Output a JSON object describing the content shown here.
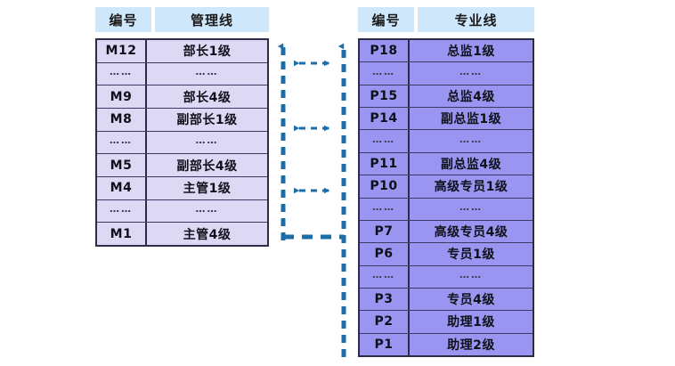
{
  "diagram": {
    "title_present": false,
    "colors": {
      "header_chip_bg": "#cfe7fb",
      "management_row_bg": "#ddd9f5",
      "professional_row_bg": "#9a95f0",
      "table_border": "#2b2b4a",
      "arrow_color": "#1b6ea8",
      "page_bg": "#ffffff"
    }
  },
  "management_track": {
    "header": {
      "code_label": "编号",
      "name_label": "管理线"
    },
    "rows": [
      {
        "code": "M12",
        "name": "部长1级",
        "is_ellipsis": false
      },
      {
        "code": "……",
        "name": "……",
        "is_ellipsis": true
      },
      {
        "code": "M9",
        "name": "部长4级",
        "is_ellipsis": false
      },
      {
        "code": "M8",
        "name": "副部长1级",
        "is_ellipsis": false
      },
      {
        "code": "……",
        "name": "……",
        "is_ellipsis": true
      },
      {
        "code": "M5",
        "name": "副部长4级",
        "is_ellipsis": false
      },
      {
        "code": "M4",
        "name": "主管1级",
        "is_ellipsis": false
      },
      {
        "code": "……",
        "name": "……",
        "is_ellipsis": true
      },
      {
        "code": "M1",
        "name": "主管4级",
        "is_ellipsis": false
      }
    ]
  },
  "professional_track": {
    "header": {
      "code_label": "编号",
      "name_label": "专业线"
    },
    "rows": [
      {
        "code": "P18",
        "name": "总监1级",
        "is_ellipsis": false
      },
      {
        "code": "……",
        "name": "……",
        "is_ellipsis": true
      },
      {
        "code": "P15",
        "name": "总监4级",
        "is_ellipsis": false
      },
      {
        "code": "P14",
        "name": "副总监1级",
        "is_ellipsis": false
      },
      {
        "code": "……",
        "name": "……",
        "is_ellipsis": true
      },
      {
        "code": "P11",
        "name": "副总监4级",
        "is_ellipsis": false
      },
      {
        "code": "P10",
        "name": "高级专员1级",
        "is_ellipsis": false
      },
      {
        "code": "……",
        "name": "……",
        "is_ellipsis": true
      },
      {
        "code": "P7",
        "name": "高级专员4级",
        "is_ellipsis": false
      },
      {
        "code": "P6",
        "name": "专员1级",
        "is_ellipsis": false
      },
      {
        "code": "……",
        "name": "……",
        "is_ellipsis": true
      },
      {
        "code": "P3",
        "name": "专员4级",
        "is_ellipsis": false
      },
      {
        "code": "P2",
        "name": "助理1级",
        "is_ellipsis": false
      },
      {
        "code": "P1",
        "name": "助理2级",
        "is_ellipsis": false
      }
    ]
  },
  "connectors": {
    "up_arrow_left": "upward-promotion-arrow-management",
    "up_arrow_right": "upward-promotion-arrow-professional",
    "cross_arrows_count": 3,
    "bottom_link": "dashed-bottom-link"
  }
}
